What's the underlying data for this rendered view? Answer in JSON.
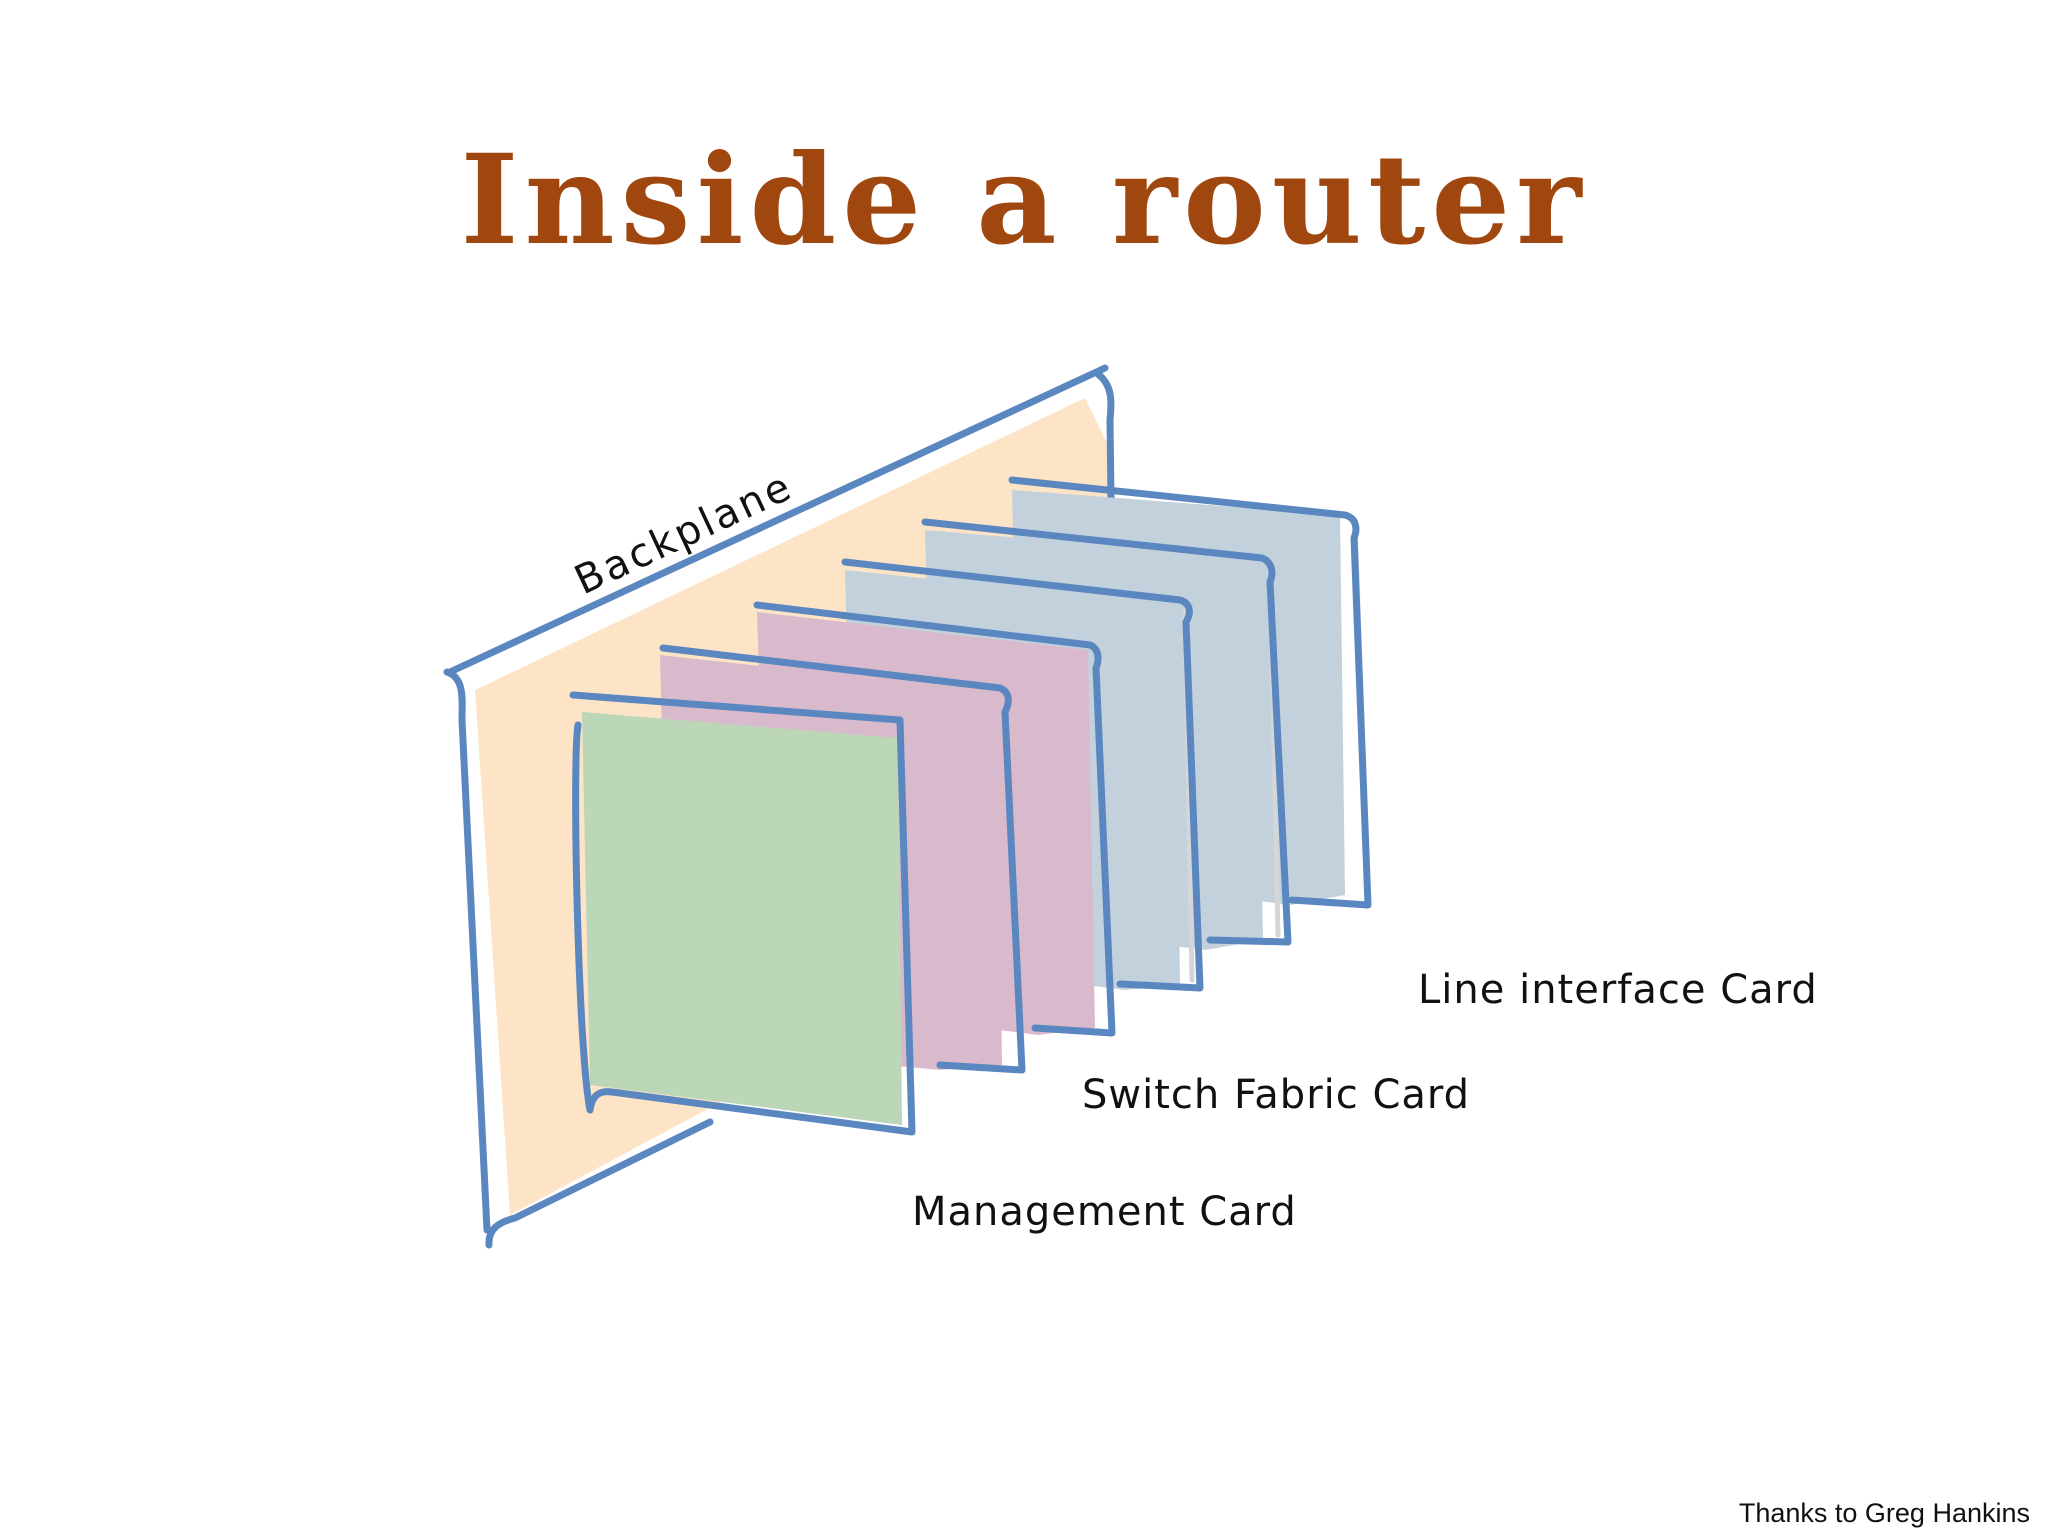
{
  "title": "Inside a router",
  "credit": "Thanks to Greg Hankins",
  "labels": {
    "backplane": "Backplane",
    "line_interface_card": "Line interface Card",
    "switch_fabric_card": "Switch Fabric Card",
    "management_card": "Management Card"
  },
  "colors": {
    "title": "#a0470f",
    "outline": "#5b87c1",
    "backplane_fill": "#fde4c6",
    "management_fill": "#bcd6b8",
    "switch_fabric_fill": "#d9bacd",
    "line_interface_fill": "#c2d1dc"
  }
}
